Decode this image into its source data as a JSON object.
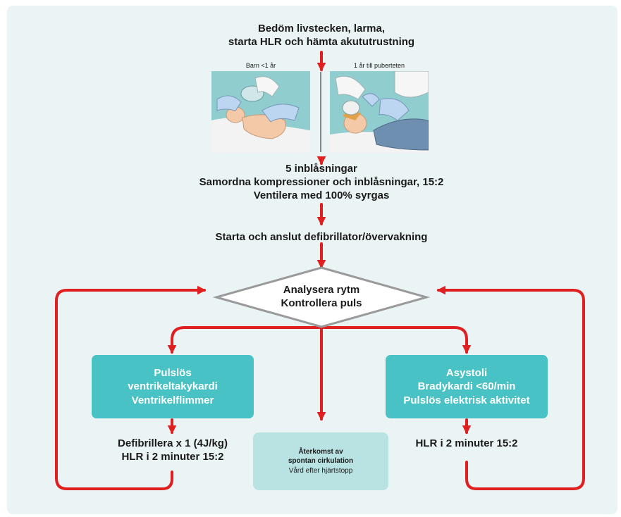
{
  "top": {
    "line1": "Bedöm livstecken, larma,",
    "line2": "starta HLR och hämta akututrustning"
  },
  "images": {
    "infant_label": "Barn <1 år",
    "child_label": "1 år till puberteten"
  },
  "breaths": {
    "line1": "5 inblåsningar",
    "line2": "Samordna kompressioner och inblåsningar, 15:2",
    "line3": "Ventilera med 100% syrgas"
  },
  "defib_start": "Starta och anslut defibrillator/övervakning",
  "analyze": {
    "line1": "Analysera rytm",
    "line2": "Kontrollera puls"
  },
  "left_box": {
    "line1": "Pulslös",
    "line2": "ventrikeltakykardi",
    "line3": "Ventrikelflimmer"
  },
  "left_action": {
    "line1": "Defibrillera x 1 (4J/kg)",
    "line2": "HLR i 2 minuter 15:2"
  },
  "right_box": {
    "line1": "Asystoli",
    "line2": "Bradykardi <60/min",
    "line3": "Pulslös elektrisk aktivitet"
  },
  "right_action": "HLR i 2 minuter 15:2",
  "rosc": {
    "line1": "Återkomst av",
    "line2": "spontan cirkulation",
    "line3": "Vård efter hjärtstopp"
  },
  "colors": {
    "arrow": "#e02020",
    "box": "#48c2c5",
    "rosc_box": "#b9e3e3",
    "panel": "#eaf4f4"
  }
}
